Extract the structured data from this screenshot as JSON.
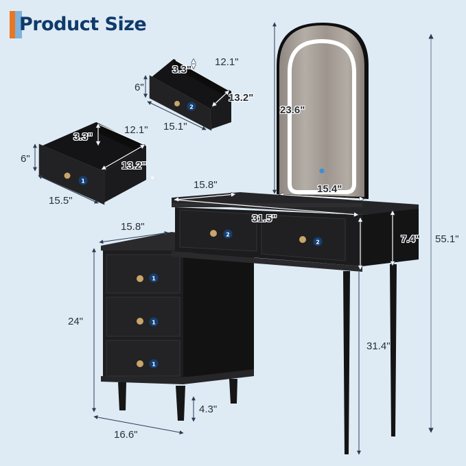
{
  "header": {
    "title": "Product Size",
    "accent_colors": {
      "orange": "#e87722",
      "light_blue": "#7fb3dc",
      "title_text": "#0f3a6b"
    }
  },
  "colors": {
    "background": "#deebf5",
    "furniture": "#1c1c1e",
    "knob": "#c9a56a",
    "badge": "#153f73"
  },
  "drawer_detail_2": {
    "badge": "2",
    "depth_inner": "3.3\"",
    "width_inner": "12.1\"",
    "length_inner": "13.2\"",
    "front_height": "6\"",
    "front_width": "15.1\""
  },
  "drawer_detail_1": {
    "badge": "1",
    "depth_inner": "3.3\"",
    "width_inner": "12.1\"",
    "length_inner": "13.2\"",
    "front_height": "6\"",
    "front_width": "15.5\""
  },
  "mirror": {
    "height": "23.6\"",
    "width": "15.4\""
  },
  "vanity_table": {
    "depth": "15.8\"",
    "width": "31.5\"",
    "drawer_height": "7.4\"",
    "leg_height": "31.4\"",
    "total_height": "55.1\"",
    "drawer_badges": [
      "2",
      "2"
    ]
  },
  "side_cabinet": {
    "depth": "15.8\"",
    "height": "24\"",
    "width": "16.6\"",
    "leg_height": "4.3\"",
    "drawer_badges": [
      "1",
      "1",
      "1"
    ]
  }
}
